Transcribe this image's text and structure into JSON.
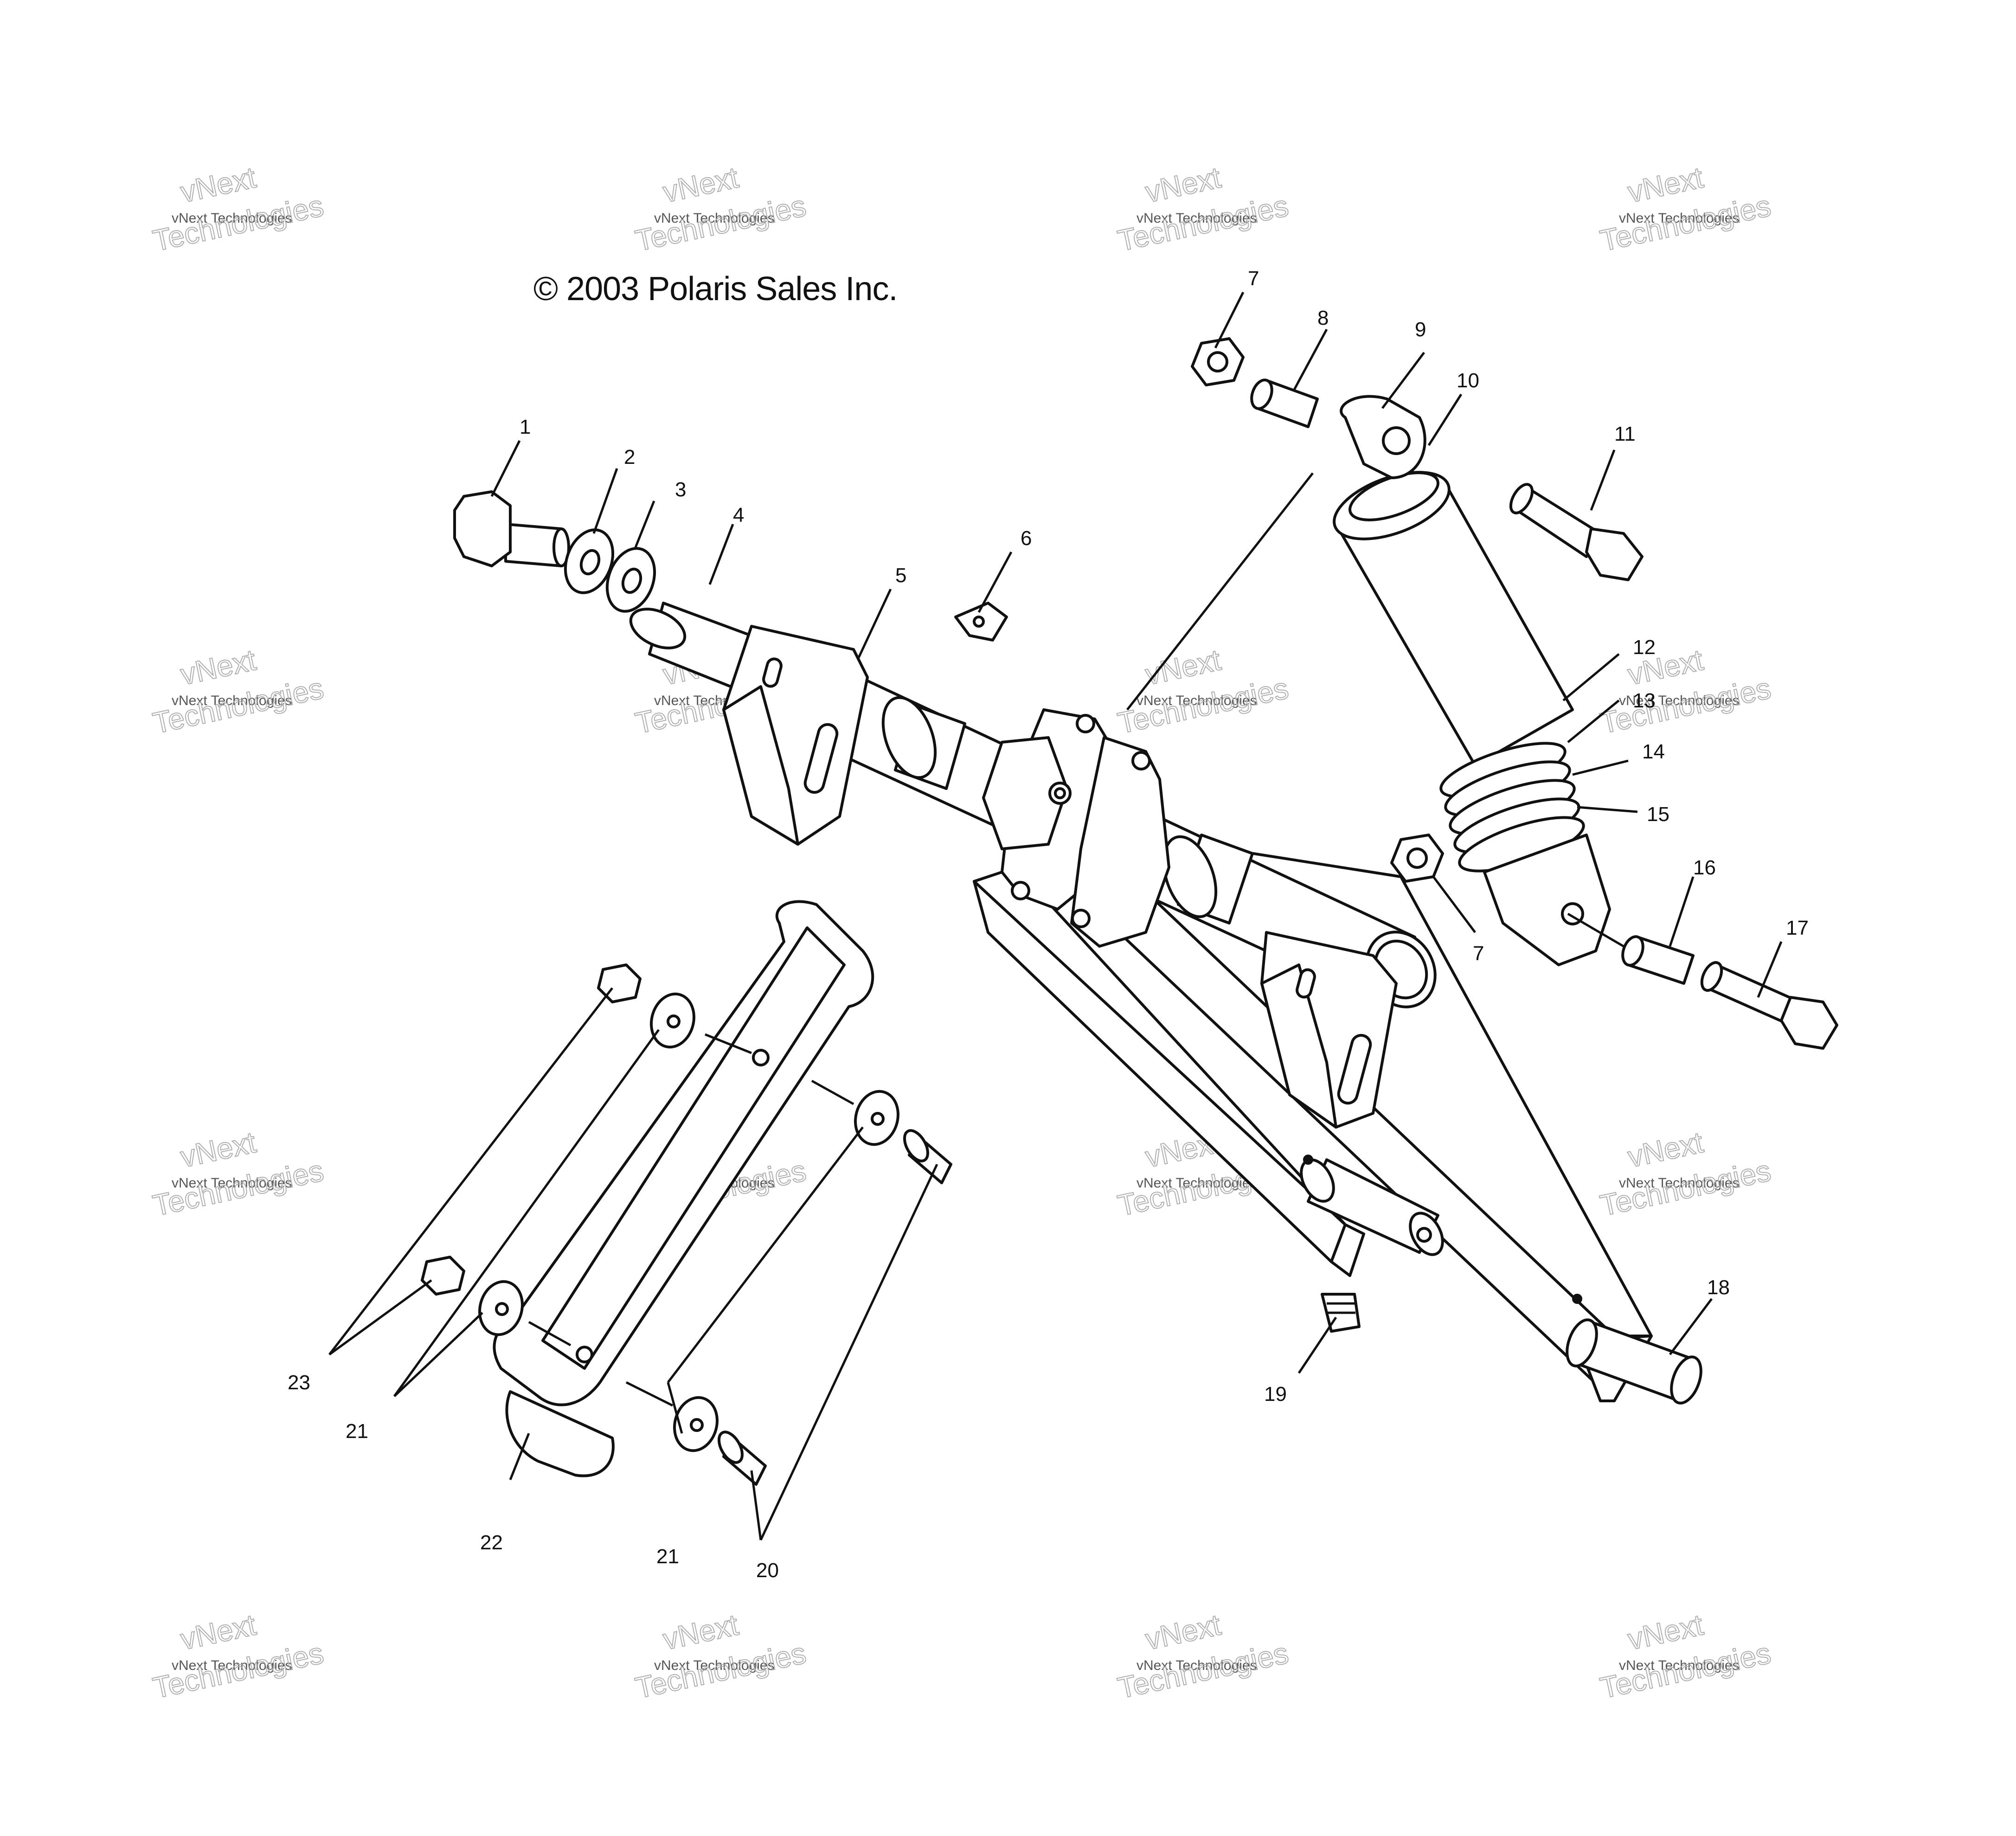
{
  "copyright": "© 2003 Polaris Sales Inc.",
  "watermark": {
    "line1": "vNext",
    "line2": "Technologies",
    "small": "vNext Technologies"
  },
  "callouts": {
    "c1": "1",
    "c2": "2",
    "c3": "3",
    "c4": "4",
    "c5": "5",
    "c6": "6",
    "c7a": "7",
    "c7b": "7",
    "c8": "8",
    "c9": "9",
    "c10": "10",
    "c11": "11",
    "c12": "12",
    "c13": "13",
    "c14": "14",
    "c15": "15",
    "c16": "16",
    "c17": "17",
    "c18": "18",
    "c19": "19",
    "c20": "20",
    "c21a": "21",
    "c21b": "21",
    "c22": "22",
    "c23": "23"
  },
  "colors": {
    "ink": "#111111",
    "background": "#ffffff",
    "watermark": "#9a9a9a"
  }
}
